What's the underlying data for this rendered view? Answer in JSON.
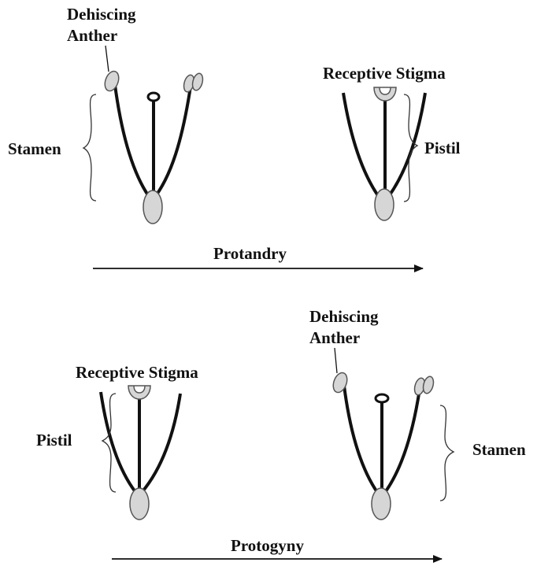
{
  "colors": {
    "ink": "#111111",
    "organ_fill": "#d6d6d6",
    "organ_stroke": "#555555",
    "brace": "#333333"
  },
  "top": {
    "panel_a": {
      "anther_label_line1": "Dehiscing",
      "anther_label_line2": "Anther",
      "stamen_label": "Stamen"
    },
    "panel_b": {
      "stigma_label": "Receptive Stigma",
      "pistil_label": "Pistil"
    },
    "arrow_label": "Protandry"
  },
  "bottom": {
    "panel_a": {
      "stigma_label": "Receptive Stigma",
      "pistil_label": "Pistil"
    },
    "panel_b": {
      "anther_label_line1": "Dehiscing",
      "anther_label_line2": "Anther",
      "stamen_label": "Stamen"
    },
    "arrow_label": "Protogyny"
  }
}
